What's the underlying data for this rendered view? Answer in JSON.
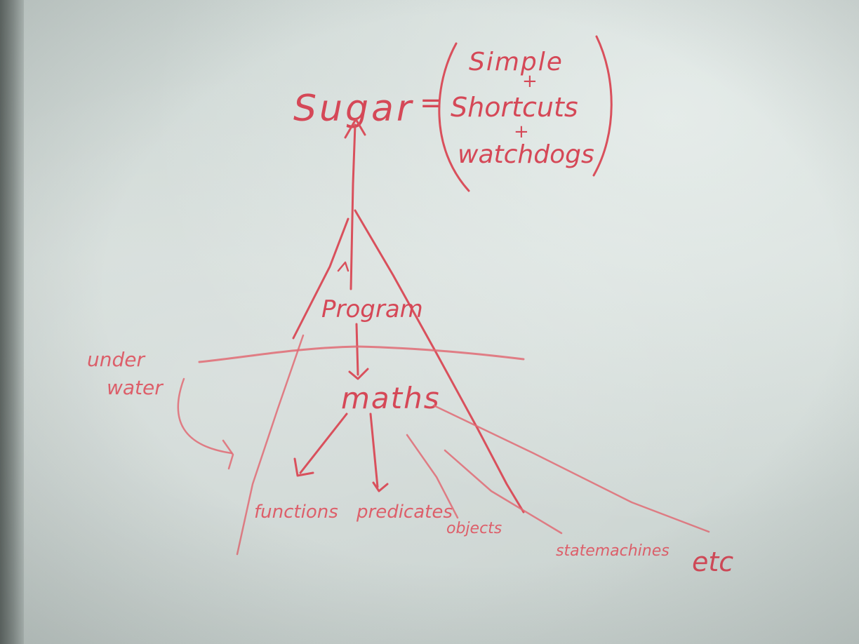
{
  "whiteboard": {
    "ink_color": "#d9505c",
    "board_color": "#d3dbd8",
    "words": {
      "sugar": "Sugar",
      "equals": "=",
      "simple": "Simple",
      "plus_1": "+",
      "shortcuts": "Shortcuts",
      "plus_2": "+",
      "watchdogs": "watchdogs",
      "program": "Program",
      "maths": "maths",
      "under": "under",
      "water": "water",
      "functions": "functions",
      "predicates": "predicates",
      "objects": "objects",
      "statemachines": "statemachines",
      "etc": "etc"
    }
  }
}
